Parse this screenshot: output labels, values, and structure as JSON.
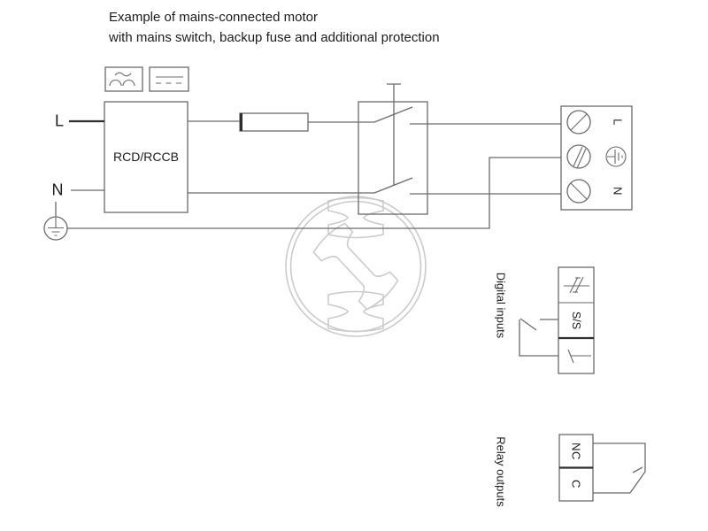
{
  "title": {
    "line1": "Example of mains-connected motor",
    "line2": "with mains switch, backup fuse and additional protection"
  },
  "power_input": {
    "live_label": "L",
    "neutral_label": "N",
    "rcd_label": "RCD/RCCB",
    "rcd_type_icons": [
      "pulsating-current-symbol",
      "smooth-dc-symbol"
    ],
    "earth_icon": "protective-earth-symbol"
  },
  "components": {
    "fuse": "backup-fuse",
    "switch": "mains-switch",
    "watermark": "pump-logo-watermark"
  },
  "mains_terminal_block": {
    "live_label": "L",
    "earth_icon": "earth-terminal-symbol",
    "neutral_label": "N"
  },
  "digital_inputs": {
    "section_label": "Digital inputs",
    "terminal1_icon": "digital-signal-symbol",
    "terminal2_label": "S/S",
    "terminal3_icon": "ground-symbol"
  },
  "relay_outputs": {
    "section_label": "Relay outputs",
    "nc_label": "NC",
    "c_label": "C"
  },
  "colors": {
    "line": "#6a6a6a",
    "dark": "#2e2e2e",
    "text": "#1c1c1c",
    "watermark": "#cbcbcb",
    "bg": "#ffffff"
  }
}
